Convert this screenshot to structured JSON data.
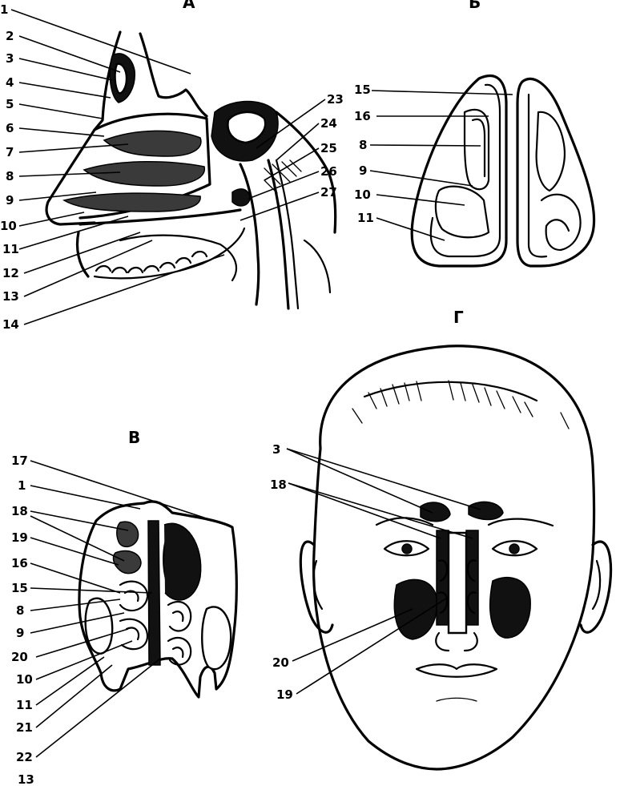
{
  "panels": {
    "a": {
      "letter": "А",
      "labels": [
        "1",
        "2",
        "3",
        "4",
        "5",
        "6",
        "7",
        "8",
        "9",
        "10",
        "11",
        "12",
        "13",
        "14",
        "23",
        "24",
        "25",
        "26",
        "27"
      ]
    },
    "b": {
      "letter": "Б",
      "labels": [
        "15",
        "16",
        "8",
        "9",
        "10",
        "11"
      ]
    },
    "v": {
      "letter": "В",
      "labels": [
        "17",
        "1",
        "18",
        "19",
        "16",
        "15",
        "8",
        "9",
        "20",
        "10",
        "11",
        "21",
        "22",
        "13"
      ]
    },
    "g": {
      "letter": "Г",
      "labels": [
        "3",
        "18",
        "20",
        "19"
      ]
    }
  }
}
